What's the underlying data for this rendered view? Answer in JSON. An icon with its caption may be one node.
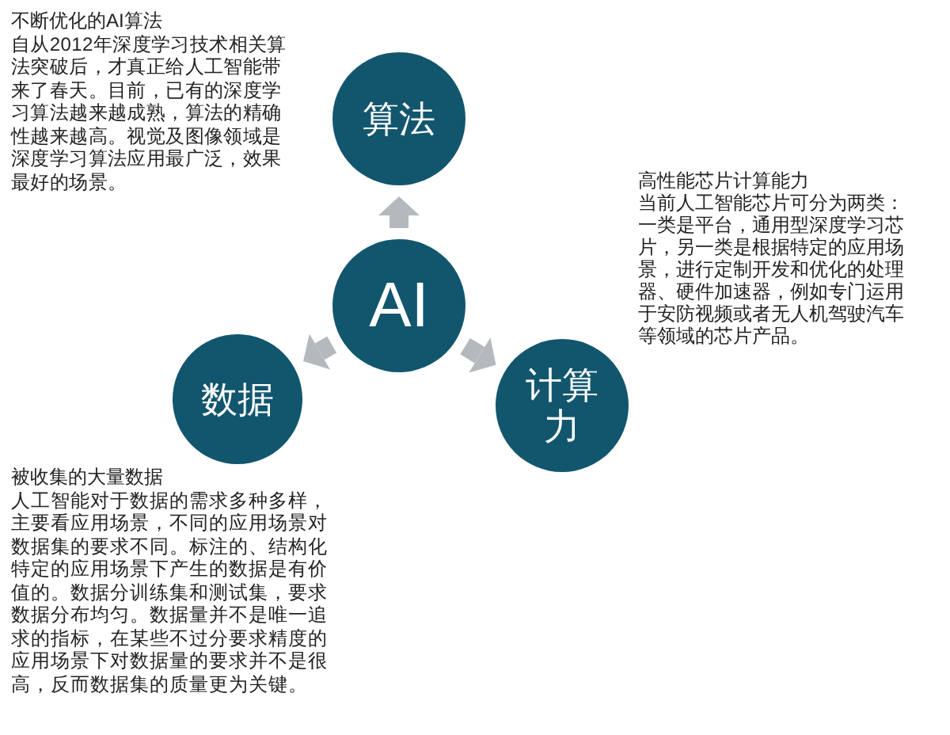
{
  "diagram": {
    "nodes": [
      {
        "text": [
          "算法"
        ],
        "beside": [
          "不断优化的AI算法",
          "自从2012年深度学习技术相关算法突破后，才真正给人工智能带来了春天。目前，已有的深度学习算法越来越成熟，算法的精确性越来越高。视觉及图像领域是深度学习算法应用最广泛，效果最好的场景。"
        ]
      },
      {
        "text": [
          "AI"
        ]
      },
      {
        "text": [
          "数据"
        ],
        "beside": [
          "被收集的大量数据",
          "人工智能对于数据的需求多种多样，主要看应用场景，不同的应用场景对数据集的要求不同。标注的、结构化特定的应用场景下产生的数据是有价值的。数据分训练集和测试集，要求数据分布均匀。数据量并不是唯一追求的指标，在某些不过分要求精度的应用场景下对数据量的要求并不是很高，反而数据集的质量更为关键。"
        ]
      },
      {
        "text": [
          "计算力"
        ],
        "beside": [
          "高性能芯片计算能力",
          "当前人工智能芯片可分为两类：一类是平台，通用型深度学习芯片，另一类是根据特定的应用场景，进行定制开发和优化的处理器、硬件加速器，例如专门运用于安防视频或者无人机驾驶汽车等领域的芯片产品。"
        ]
      }
    ],
    "edges": [
      {
        "from": 1,
        "to": 0,
        "arrow": "to"
      },
      {
        "from": 1,
        "to": 2,
        "arrow": "to"
      },
      {
        "from": 1,
        "to": 3,
        "arrow": "to"
      }
    ]
  }
}
